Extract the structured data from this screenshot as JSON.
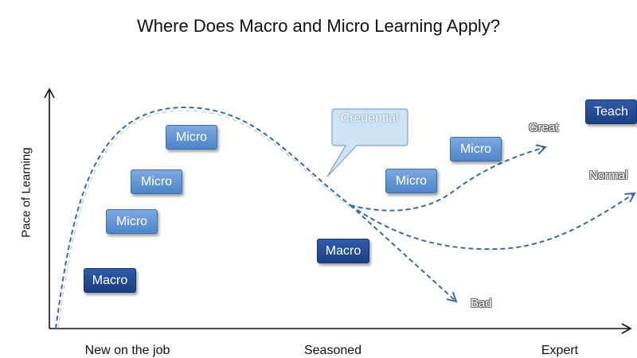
{
  "title": "Where Does Macro and Micro Learning Apply?",
  "y_axis_label": "Pace of Learning",
  "x_axis_labels": [
    "New on the job",
    "Seasoned",
    "Expert"
  ],
  "callout": {
    "text": "Credential"
  },
  "boxes": [
    {
      "text": "Micro",
      "kind": "micro"
    },
    {
      "text": "Micro",
      "kind": "micro"
    },
    {
      "text": "Micro",
      "kind": "micro"
    },
    {
      "text": "Macro",
      "kind": "macro"
    },
    {
      "text": "Macro",
      "kind": "macro"
    },
    {
      "text": "Micro",
      "kind": "micro"
    },
    {
      "text": "Micro",
      "kind": "micro"
    },
    {
      "text": "Teach",
      "kind": "teach"
    }
  ],
  "trend_labels": {
    "great": "Great",
    "normal": "Normal",
    "bad": "Bad"
  },
  "colors": {
    "micro": "#5b8fd1",
    "macro": "#244a94",
    "curve": "#3a6aa5",
    "callout": "#cfe3f7"
  }
}
